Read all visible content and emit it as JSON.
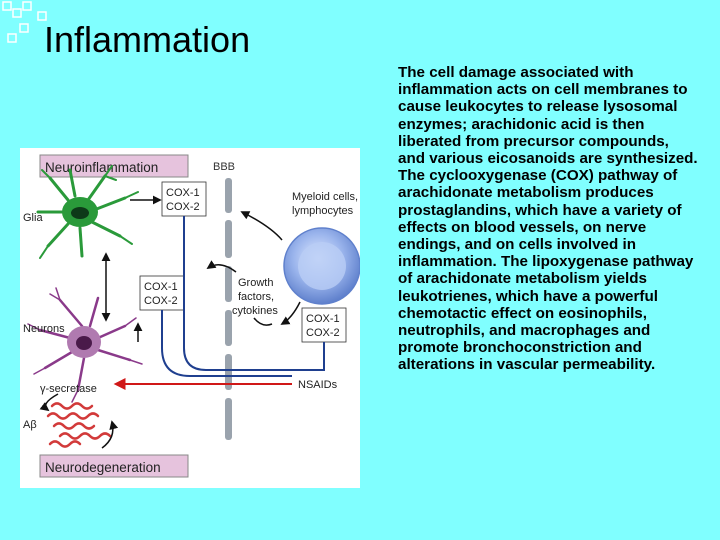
{
  "slide": {
    "title": "Inflammation",
    "body": "The cell damage associated with inflammation acts on cell membranes to cause leukocytes to release lysosomal enzymes; arachidonic acid is then liberated from precursor compounds, and various eicosanoids are synthesized. The cyclooxygenase (COX) pathway of arachidonate metabolism produces prostaglandins, which have a variety of effects on blood vessels, on nerve endings, and on cells involved in inflammation. The lipoxygenase pathway of arachidonate metabolism yields leukotrienes, which have a powerful chemotactic effect on eosinophils, neutrophils, and macrophages and promote bronchoconstriction and alterations in vascular permeability."
  },
  "figure": {
    "header": "Neuroinflammation",
    "bbb": "BBB",
    "glia": "Glia",
    "cox_top_1": "COX-1",
    "cox_top_2": "COX-2",
    "myeloid_1": "Myeloid cells,",
    "myeloid_2": "lymphocytes",
    "cox_mid_1": "COX-1",
    "cox_mid_2": "COX-2",
    "growth_1": "Growth",
    "growth_2": "factors,",
    "growth_3": "cytokines",
    "cox_right_1": "COX-1",
    "cox_right_2": "COX-2",
    "neurons": "Neurons",
    "gamma": "γ-secretase",
    "nsaids": "NSAIDs",
    "abeta": "Aβ",
    "footer": "Neurodegeneration"
  },
  "colors": {
    "background": "#80ffff",
    "label_box": "#e6c3dd",
    "barrier": "#9aa3ad",
    "pathway_blue": "#1f3f8f",
    "nsaid_red": "#d01818",
    "glia_green": "#2a9a3a",
    "neuron_purple": "#8a3a8a",
    "myeloid_blue": "#6f8fd6",
    "abeta_red": "#d23a3a"
  }
}
